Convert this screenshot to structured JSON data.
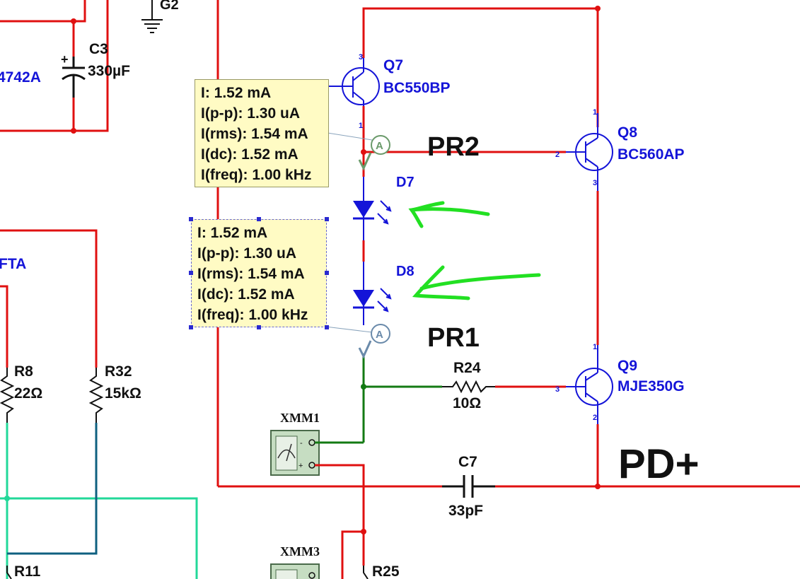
{
  "components": {
    "g2": "G2",
    "c3": {
      "ref": "C3",
      "value": "330µF"
    },
    "diode_partial": "4742A",
    "fta_partial": "FTA",
    "q7": {
      "ref": "Q7",
      "model": "BC550BP"
    },
    "q8": {
      "ref": "Q8",
      "model": "BC560AP"
    },
    "q9": {
      "ref": "Q9",
      "model": "MJE350G"
    },
    "d7": "D7",
    "d8": "D8",
    "r8": {
      "ref": "R8",
      "value": "22Ω"
    },
    "r32": {
      "ref": "R32",
      "value": "15kΩ"
    },
    "r24": {
      "ref": "R24",
      "value": "10Ω"
    },
    "c7": {
      "ref": "C7",
      "value": "33pF"
    },
    "xmm1": "XMM1",
    "xmm3": "XMM3",
    "r11": "R11",
    "r25": "R25"
  },
  "net_labels": {
    "pr2": "PR2",
    "pr1": "PR1",
    "pd_plus": "PD+"
  },
  "probe_symbol": "A",
  "probes": [
    {
      "i": "I: 1.52 mA",
      "ipp": "I(p-p): 1.30 uA",
      "irms": "I(rms): 1.54 mA",
      "idc": "I(dc): 1.52 mA",
      "ifreq": "I(freq): 1.00 kHz"
    },
    {
      "i": "I: 1.52 mA",
      "ipp": "I(p-p): 1.30 uA",
      "irms": "I(rms): 1.54 mA",
      "idc": "I(dc): 1.52 mA",
      "ifreq": "I(freq): 1.00 kHz"
    }
  ],
  "colors": {
    "wire": "#e01010",
    "part": "#1414d8",
    "green_wire": "#137a13",
    "annotation": "#22e022",
    "probe_bg": "#fffbc4"
  }
}
